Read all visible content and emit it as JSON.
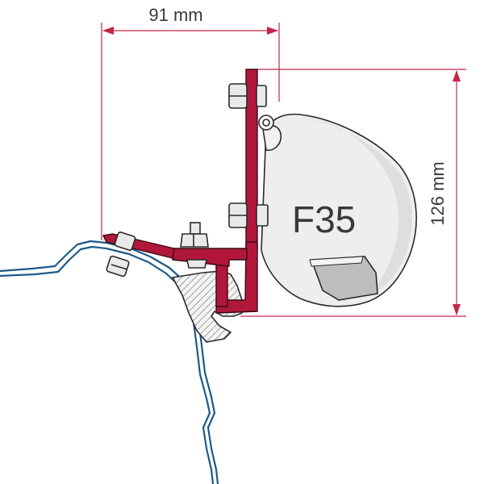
{
  "dimensions": {
    "width_label": "91 mm",
    "height_label": "126 mm"
  },
  "awning": {
    "model_label": "F35"
  },
  "colors": {
    "bracket": "#b0173a",
    "dimension_lines": "#c4264a",
    "outline": "#2a2a2a",
    "roof_profile": "#1d5a8a",
    "awning_fill": "#eeeeee"
  }
}
